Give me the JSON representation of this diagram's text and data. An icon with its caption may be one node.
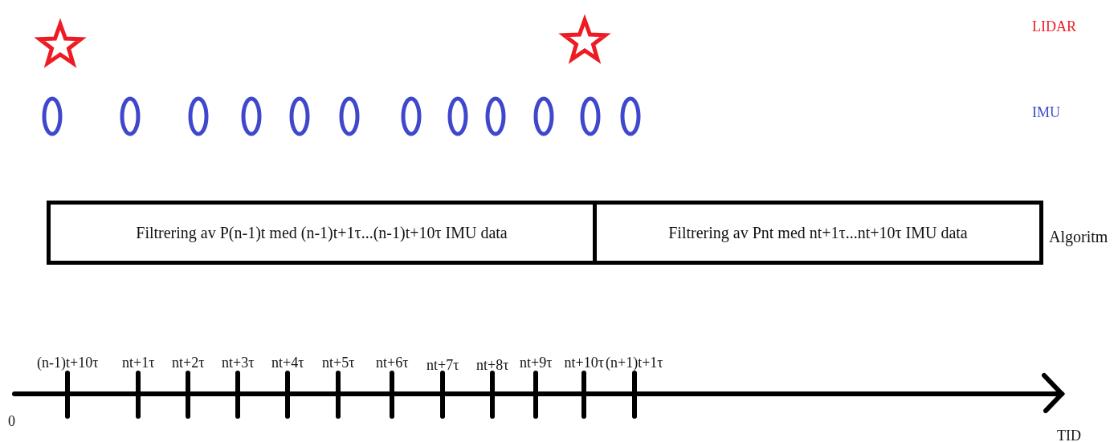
{
  "diagram": {
    "nodes": [
      {
        "text": [
          "Filtrering av P(n-1)t med (n-1)t+1τ...(n-1)t+10τ IMU data"
        ]
      },
      {
        "text": [
          "Filtrering av Pnt med nt+1τ...nt+10τ IMU data"
        ]
      }
    ],
    "labels": [
      "LIDAR",
      "IMU",
      "Algoritm",
      "(n-1)t+10τ",
      "nt+1τ",
      "nt+2τ",
      "nt+3τ",
      "nt+4τ",
      "nt+5τ",
      "nt+6τ",
      "nt+7τ",
      "nt+8τ",
      "nt+9τ",
      "nt+10τ",
      "(n+1)t+1τ",
      "0",
      "TID"
    ]
  }
}
